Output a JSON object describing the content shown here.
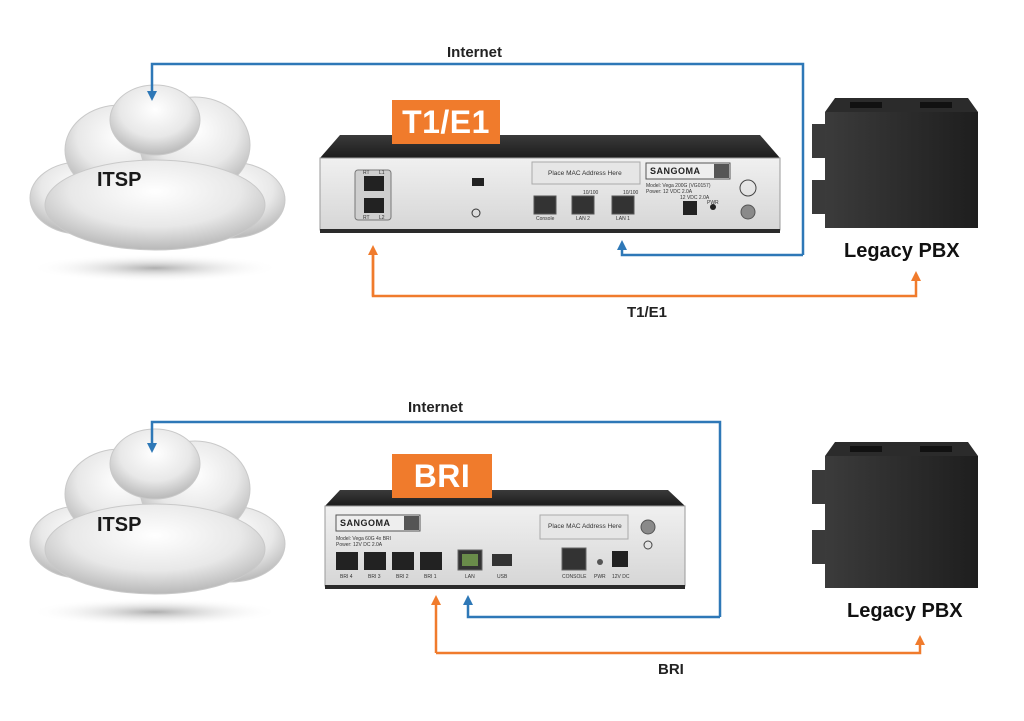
{
  "colors": {
    "internet_line": "#2e78b7",
    "tdm_line": "#f07b2c",
    "badge": "#f07b2c"
  },
  "top": {
    "internet_label": "Internet",
    "cloud_label": "ITSP",
    "badge": "T1/E1",
    "pbx_label": "Legacy PBX",
    "link_label": "T1/E1",
    "device": {
      "brand": "SANGOMA",
      "mac_label": "Place MAC Address Here",
      "model": "Model: Vega 200G (VG0157)",
      "power": "Power: 12 VDC 2.0A",
      "port_labels": [
        "Console",
        "LAN 2",
        "LAN 1"
      ],
      "port_sub": [
        "10/100",
        "10/100"
      ],
      "dc_label": "12 VDC 2.0A",
      "pwr_label": "PWR",
      "e1_labels": [
        "RT",
        "L1",
        "RT",
        "L2"
      ]
    }
  },
  "bottom": {
    "internet_label": "Internet",
    "cloud_label": "ITSP",
    "badge": "BRI",
    "pbx_label": "Legacy PBX",
    "link_label": "BRI",
    "device": {
      "brand": "SANGOMA",
      "mac_label": "Place MAC Address Here",
      "model": "Model: Vega 60G 4x BRI",
      "power": "Power: 12V DC 2.0A",
      "port_labels": [
        "BRI 4",
        "BRI 3",
        "BRI 2",
        "BRI 1",
        "LAN",
        "USB",
        "CONSOLE",
        "PWR",
        "12V DC"
      ]
    }
  }
}
